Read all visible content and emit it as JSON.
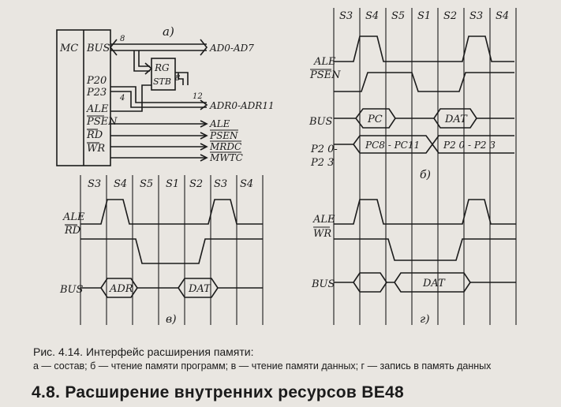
{
  "diagram_a": {
    "label": "а)",
    "mc": "MC",
    "bus_port": "BUS",
    "bus_width": "8",
    "rg": "RG",
    "stb": "STB",
    "latch_out_width": "8",
    "high_addr_width": "12",
    "p20": "P20",
    "p23": "P23",
    "p2_width": "4",
    "ale": "ALE",
    "psen": "PSEN",
    "rd": "RD",
    "wr": "WR",
    "out_ad": "AD0-AD7",
    "out_adr": "ADR0-ADR11",
    "out_ale": "ALE",
    "out_psen": "PSEN",
    "out_mrdc": "MRDC",
    "out_mwtc": "MWTC"
  },
  "timing_b": {
    "label": "б)",
    "states": [
      "S3",
      "S4",
      "S5",
      "S1",
      "S2",
      "S3",
      "S4"
    ],
    "sig_ale": "ALE",
    "sig_psen": "PSEN",
    "sig_bus": "BUS",
    "sig_p2_top": "P2 0-",
    "sig_p2_bot": "P2 3",
    "pc": "PC",
    "dat": "DAT",
    "pc_high": "PC8 - PC11",
    "p2_val": "P2 0 - P2 3"
  },
  "timing_v": {
    "label": "в)",
    "states": [
      "S3",
      "S4",
      "S5",
      "S1",
      "S2",
      "S3",
      "S4"
    ],
    "sig_ale": "ALE",
    "sig_rd": "RD",
    "sig_bus": "BUS",
    "adr": "ADR",
    "dat": "DAT"
  },
  "timing_g": {
    "label": "г)",
    "sig_ale": "ALE",
    "sig_wr": "WR",
    "sig_bus": "BUS",
    "dat": "DAT"
  },
  "caption": {
    "title": "Рис. 4.14. Интерфейс расширения памяти:",
    "subtitle": "а — состав; б — чтение памяти программ; в — чтение памяти данных; г — запись в память данных"
  },
  "section_heading": "4.8. Расширение внутренних ресурсов ВЕ48"
}
